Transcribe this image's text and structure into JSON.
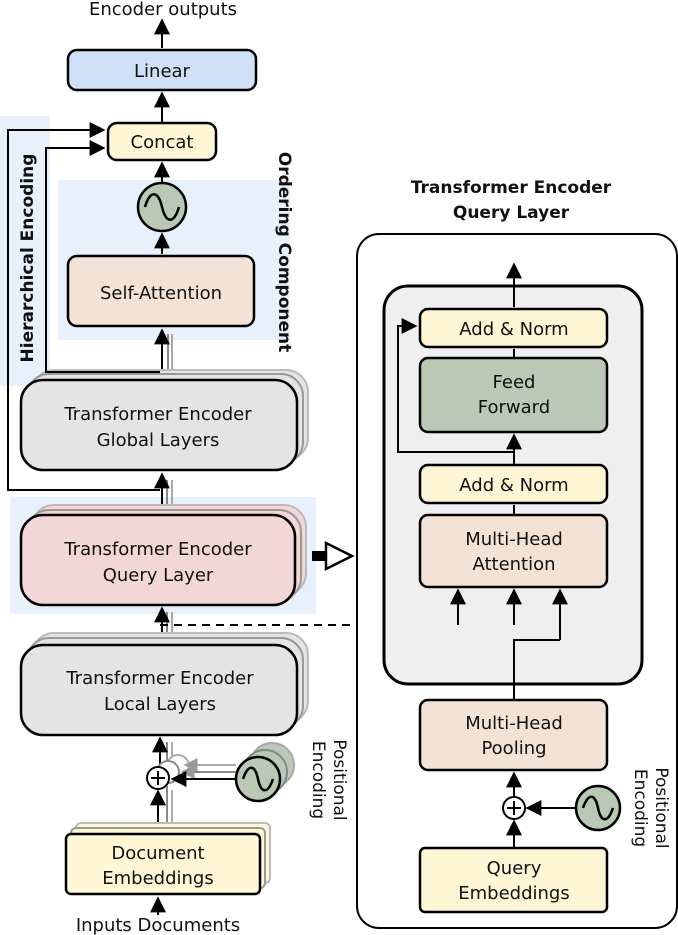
{
  "top_output_label": "Encoder outputs",
  "bottom_input_label": "Inputs Documents",
  "left": {
    "linear": "Linear",
    "concat": "Concat",
    "self_attention": "Self-Attention",
    "global_layers": [
      "Transformer Encoder",
      "Global Layers"
    ],
    "query_layer": [
      "Transformer Encoder",
      "Query Layer"
    ],
    "local_layers": [
      "Transformer Encoder",
      "Local Layers"
    ],
    "document_embeddings": [
      "Document",
      "Embeddings"
    ],
    "positional_encoding": [
      "Positional",
      "Encoding"
    ],
    "hierarchical_encoding": "Hierarchical Encoding",
    "ordering_component": "Ordering Component"
  },
  "right": {
    "title": [
      "Transformer Encoder",
      "Query Layer"
    ],
    "add_norm_top": "Add & Norm",
    "feed_forward": [
      "Feed",
      "Forward"
    ],
    "add_norm_bottom": "Add & Norm",
    "mh_attention": [
      "Multi-Head",
      "Attention"
    ],
    "mh_pooling": [
      "Multi-Head",
      "Pooling"
    ],
    "query_embeddings": [
      "Query",
      "Embeddings"
    ],
    "positional_encoding": [
      "Positional",
      "Encoding"
    ]
  },
  "colors": {
    "linear": "#cfe0f7",
    "concat": "#fff6d5",
    "beige": "#f3e3d6",
    "gray": "#e4e4e4",
    "pink": "#f3d6d8",
    "green": "#b9c9b5",
    "yellow": "#fff6d5",
    "highlight": "#e8f0fb"
  }
}
